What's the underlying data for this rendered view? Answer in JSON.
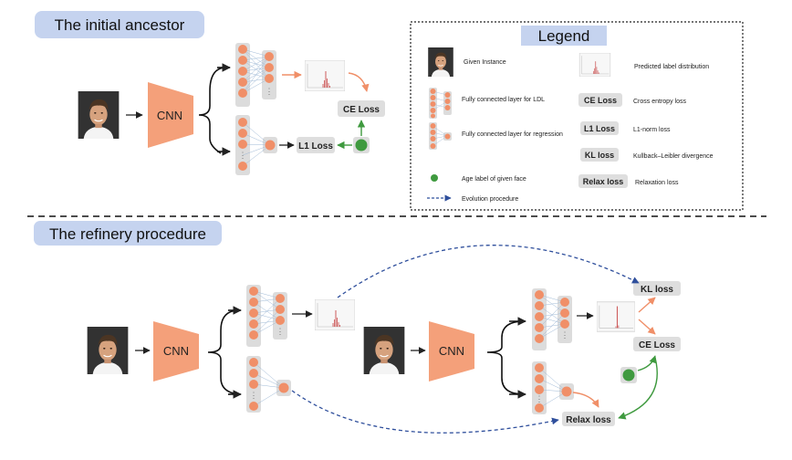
{
  "sections": {
    "ancestor_title": "The initial ancestor",
    "refinery_title": "The refinery procedure"
  },
  "labels": {
    "cnn": "CNN",
    "ce_loss": "CE Loss",
    "l1_loss": "L1 Loss",
    "kl_loss": "KL loss",
    "relax_loss": "Relax loss"
  },
  "legend": {
    "title": "Legend",
    "given_instance": "Given Instance",
    "predicted_distribution": "Predicted label distribution",
    "fc_ldl": "Fully connected layer for LDL",
    "fc_regression": "Fully connected layer for regression",
    "ce_key": "CE Loss",
    "ce_desc": "Cross entropy loss",
    "l1_key": "L1 Loss",
    "l1_desc": "L1-norm loss",
    "kl_key": "KL loss",
    "kl_desc": "Kullback–Leibler divergence",
    "age_label": "Age label of given face",
    "relax_key": "Relax loss",
    "relax_desc": "Relaxation loss",
    "evolution": "Evolution procedure"
  },
  "colors": {
    "title_bg": "#c5d3ef",
    "cnn_fill": "#f4a07a",
    "node_fill": "#f08f68",
    "layer_bg": "#dcdcdc",
    "loss_box": "#dedede",
    "age_green": "#3f9a3f",
    "evolution_blue": "#2f4f9c",
    "arrow_orange": "#f08f68"
  }
}
